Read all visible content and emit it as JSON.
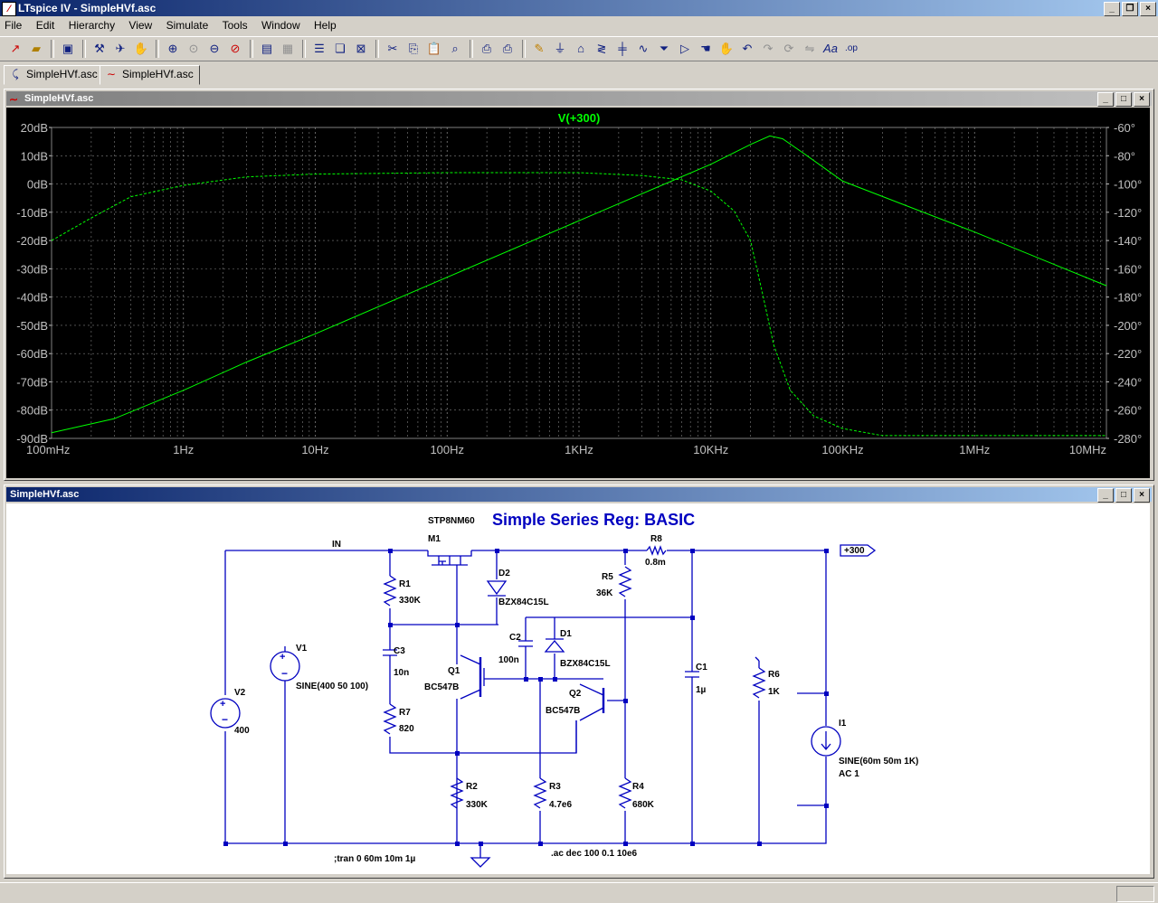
{
  "app": {
    "title": "LTspice IV - SimpleHVf.asc",
    "min_label": "_",
    "max_label": "❐",
    "close_label": "×"
  },
  "menu": [
    "File",
    "Edit",
    "Hierarchy",
    "View",
    "Simulate",
    "Tools",
    "Window",
    "Help"
  ],
  "toolbar_icons": [
    "open-schematic-icon",
    "open-folder-icon",
    "save-icon",
    "control-panel-icon",
    "run-icon",
    "halt-icon",
    "zoom-in-icon",
    "zoom-pan-icon",
    "zoom-out-icon",
    "zoom-fit-icon",
    "autorange-icon",
    "plot-settings-icon",
    "tile-horizontal-icon",
    "cascade-icon",
    "close-window-icon",
    "cut-icon",
    "copy-icon",
    "paste-icon",
    "find-icon",
    "print-setup-icon",
    "print-icon",
    "wire-icon",
    "ground-icon",
    "label-net-icon",
    "resistor-icon",
    "capacitor-icon",
    "inductor-icon",
    "diode-icon",
    "component-icon",
    "move-icon",
    "drag-icon",
    "undo-icon",
    "redo-icon",
    "rotate-icon",
    "mirror-icon",
    "text-icon",
    "spice-directive-icon"
  ],
  "tabs": [
    {
      "label": "SimpleHVf.asc",
      "icon": "schematic-icon"
    },
    {
      "label": "SimpleHVf.asc",
      "icon": "waveform-icon"
    }
  ],
  "plot_window": {
    "title": "SimpleHVf.asc"
  },
  "schematic_window": {
    "title": "SimpleHVf.asc"
  },
  "chart_data": {
    "type": "line",
    "title": "V(+300)",
    "x_scale": "log",
    "x_ticks": [
      "100mHz",
      "1Hz",
      "10Hz",
      "100Hz",
      "1KHz",
      "10KHz",
      "100KHz",
      "1MHz",
      "10MHz"
    ],
    "y_ticks": [
      "20dB",
      "10dB",
      "0dB",
      "-10dB",
      "-20dB",
      "-30dB",
      "-40dB",
      "-50dB",
      "-60dB",
      "-70dB",
      "-80dB",
      "-90dB"
    ],
    "y2_ticks": [
      "-60°",
      "-80°",
      "-100°",
      "-120°",
      "-140°",
      "-160°",
      "-180°",
      "-200°",
      "-220°",
      "-240°",
      "-260°",
      "-280°"
    ],
    "xlim": [
      0.1,
      10000000
    ],
    "ylim": [
      -90,
      20
    ],
    "y2lim": [
      -280,
      -60
    ],
    "grid": true,
    "colors": {
      "background": "#000000",
      "trace": "#00ff00",
      "axis": "#808080",
      "title": "#00ff00"
    },
    "series": [
      {
        "style": "solid",
        "axis": "left",
        "x": [
          0.1,
          0.3,
          1,
          3,
          10,
          100,
          1000,
          10000,
          20000,
          28000,
          35000,
          50000,
          100000,
          1000000,
          10000000
        ],
        "y": [
          -88,
          -83,
          -73,
          -63,
          -53,
          -33,
          -13,
          7,
          14,
          17,
          16,
          11,
          1,
          -17,
          -36
        ]
      },
      {
        "style": "dashed",
        "axis": "right",
        "x": [
          0.1,
          0.2,
          0.4,
          1,
          3,
          10,
          100,
          1000,
          3000,
          6000,
          10000,
          15000,
          20000,
          25000,
          30000,
          40000,
          60000,
          100000,
          200000,
          1000000,
          10000000
        ],
        "y": [
          -140,
          -124,
          -109,
          -101,
          -95,
          -93,
          -92,
          -92,
          -94,
          -97,
          -105,
          -119,
          -140,
          -180,
          -214,
          -246,
          -264,
          -273,
          -278,
          -278,
          -278
        ]
      }
    ]
  },
  "schematic": {
    "title": "Simple Series Reg: BASIC",
    "nets": {
      "in": "IN",
      "out": "+300"
    },
    "components": {
      "m1": {
        "name": "M1",
        "value": "STP8NM60"
      },
      "r1": {
        "name": "R1",
        "value": "330K"
      },
      "r2": {
        "name": "R2",
        "value": "330K"
      },
      "r3": {
        "name": "R3",
        "value": "4.7e6"
      },
      "r4": {
        "name": "R4",
        "value": "680K"
      },
      "r5": {
        "name": "R5",
        "value": "36K"
      },
      "r6": {
        "name": "R6",
        "value": "1K"
      },
      "r7": {
        "name": "R7",
        "value": "820"
      },
      "r8": {
        "name": "R8",
        "value": "0.8m"
      },
      "c1": {
        "name": "C1",
        "value": "1µ"
      },
      "c2": {
        "name": "C2",
        "value": "100n"
      },
      "c3": {
        "name": "C3",
        "value": "10n"
      },
      "d1": {
        "name": "D1",
        "value": "BZX84C15L"
      },
      "d2": {
        "name": "D2",
        "value": "BZX84C15L"
      },
      "q1": {
        "name": "Q1",
        "value": "BC547B"
      },
      "q2": {
        "name": "Q2",
        "value": "BC547B"
      },
      "v1": {
        "name": "V1",
        "value": "SINE(400 50 100)"
      },
      "v2": {
        "name": "V2",
        "value": "400"
      },
      "i1": {
        "name": "I1",
        "value": "SINE(60m 50m 1K)",
        "value2": "AC 1"
      }
    },
    "directives": {
      "tran": ";tran 0 60m 10m 1µ",
      "ac": ".ac dec 100 0.1 10e6"
    }
  }
}
